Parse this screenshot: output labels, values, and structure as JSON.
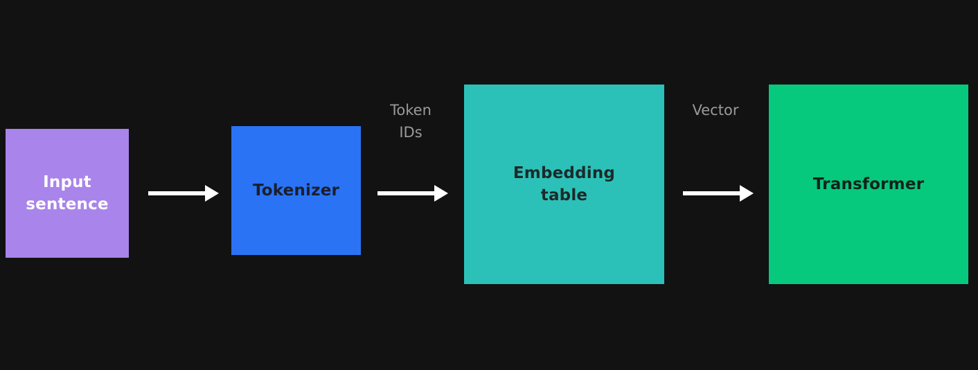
{
  "diagram": {
    "nodes": [
      {
        "id": "input",
        "label": "Input\nsentence",
        "color": "#a984ea"
      },
      {
        "id": "tokenizer",
        "label": "Tokenizer",
        "color": "#2a73f5"
      },
      {
        "id": "embedding",
        "label": "Embedding\ntable",
        "color": "#2bc1b8"
      },
      {
        "id": "transformer",
        "label": "Transformer",
        "color": "#07c97e"
      }
    ],
    "edges": [
      {
        "from": "input",
        "to": "tokenizer",
        "label": ""
      },
      {
        "from": "tokenizer",
        "to": "embedding",
        "label": "Token\nIDs"
      },
      {
        "from": "embedding",
        "to": "transformer",
        "label": "Vector"
      }
    ],
    "colors": {
      "background": "#121212",
      "arrow": "#ffffff",
      "edge_label": "#9a9a9a"
    }
  }
}
